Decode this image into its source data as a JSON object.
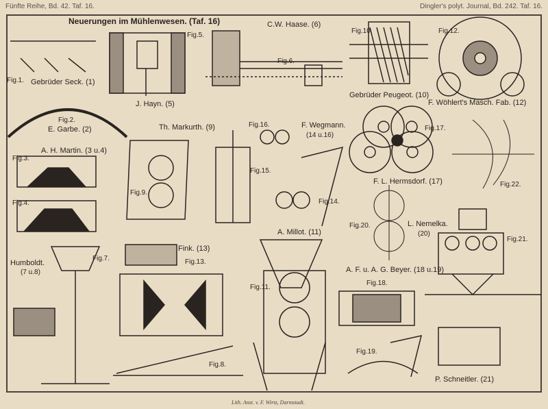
{
  "header": {
    "left": "Fünfte Reihe, Bd. 42. Taf. 16.",
    "right": "Dingler's polyt. Journal, Bd. 242. Taf. 16.",
    "title": "Neuerungen im Mühlenwesen. (Taf. 16)"
  },
  "labels": {
    "haase": "C.W. Haase. (6)",
    "fig1": "Fig.1.",
    "seck": "Gebrüder Seck. (1)",
    "fig5": "Fig.5.",
    "hayn": "J. Hayn. (5)",
    "fig6": "Fig.6.",
    "fig10": "Fig.10.",
    "fig12": "Fig.12.",
    "peugeot": "Gebrüder Peugeot. (10)",
    "woehlert": "F. Wöhlert's Masch. Fab. (12)",
    "fig2": "Fig.2.",
    "garbe": "E. Garbe. (2)",
    "markurth": "Th. Markurth. (9)",
    "fig16": "Fig.16.",
    "wegmann": "F. Wegmann.",
    "wegmann_ref": "(14 u.16)",
    "fig17": "Fig.17.",
    "martin": "A. H. Martin. (3 u.4)",
    "fig3": "Fig.3.",
    "fig4": "Fig.4.",
    "fig9": "Fig.9.",
    "fig15": "Fig.15.",
    "fig14": "Fig.14.",
    "hermsdorf": "F. L. Hermsdorf. (17)",
    "fig22": "Fig.22.",
    "fig20": "Fig.20.",
    "nemelka": "L. Nemelka.",
    "nemelka_ref": "(20)",
    "millot": "A. Millot. (11)",
    "fig21": "Fig.21.",
    "humboldt": "Humboldt.",
    "humboldt_ref": "(7 u.8)",
    "fig7": "Fig.7.",
    "fink": "Fink. (13)",
    "fig13": "Fig.13.",
    "beyer": "A. F. u. A. G. Beyer. (18 u.19)",
    "fig18": "Fig.18.",
    "fig11": "Fig.11.",
    "fig19": "Fig.19.",
    "fig8": "Fig.8.",
    "schneitler": "P. Schneitler. (21)"
  },
  "footer": "Lith. Anst. v. F. Wirtz, Darmstadt."
}
